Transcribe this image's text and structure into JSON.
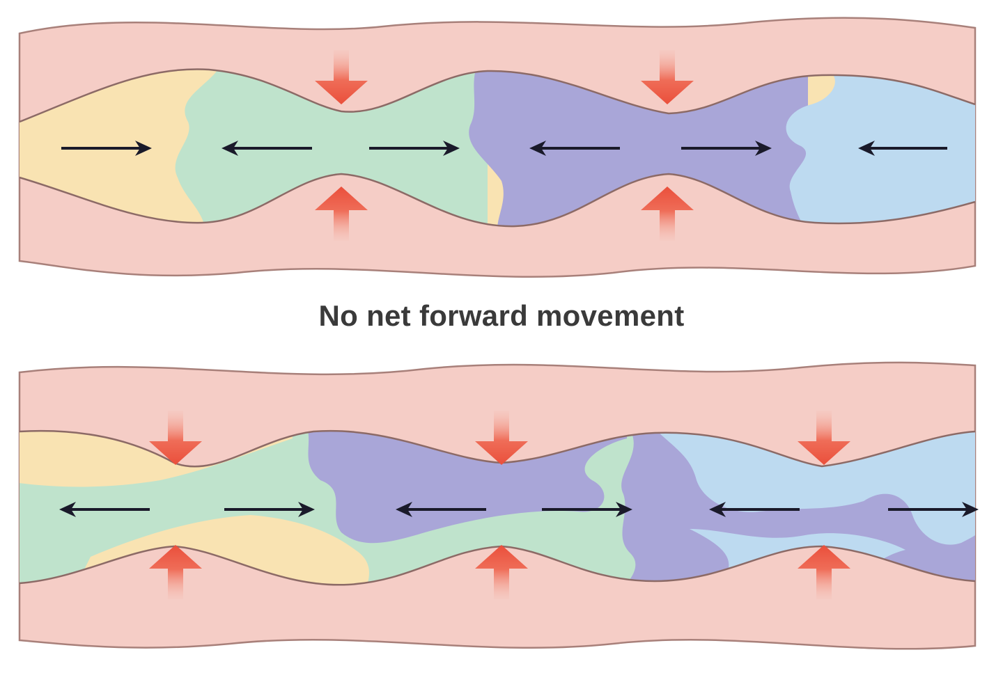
{
  "caption": "No net forward movement",
  "colors": {
    "intestine_wall": "#f5cdc6",
    "wall_outline": "#a8807a",
    "background": "#ffffff",
    "chyme_yellow": "#f9e3b2",
    "chyme_green": "#bfe3cc",
    "chyme_purple": "#a9a6d8",
    "chyme_blue": "#bddaf0",
    "contraction_arrow": "#ef5a44",
    "movement_arrow": "#1a1a2a",
    "caption_text": "#3a3a3a"
  },
  "panels": [
    {
      "name": "top-panel",
      "constriction_count": 2,
      "movement_arrows": [
        "right",
        "left",
        "right",
        "left",
        "right",
        "left"
      ]
    },
    {
      "name": "bottom-panel",
      "constriction_count": 3,
      "movement_arrows": [
        "left",
        "right",
        "left",
        "right",
        "left",
        "right"
      ]
    }
  ]
}
